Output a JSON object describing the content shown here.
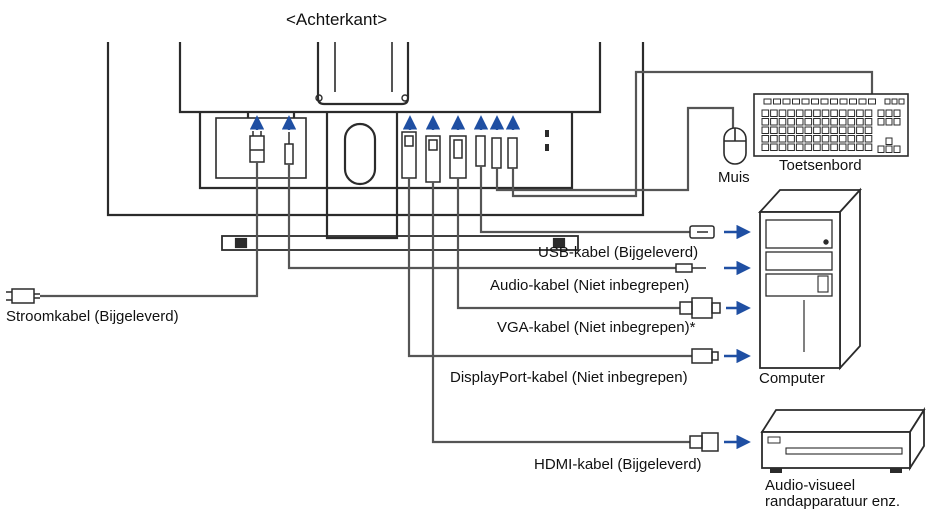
{
  "title": "<Achterkant>",
  "peripherals": {
    "mouse": "Muis",
    "keyboard": "Toetsenbord",
    "computer": "Computer",
    "av_line1": "Audio-visueel",
    "av_line2": "randapparatuur enz."
  },
  "cables": {
    "power": "Stroomkabel (Bijgeleverd)",
    "usb": "USB-kabel (Bijgeleverd)",
    "audio": "Audio-kabel (Niet inbegrepen)",
    "vga": "VGA-kabel (Niet inbegrepen)*",
    "displayport": "DisplayPort-kabel (Niet inbegrepen)",
    "hdmi": "HDMI-kabel (Bijgeleverd)"
  },
  "colors": {
    "line": "#2b2b2b",
    "cable": "#555555",
    "arrow": "#1f4fa3"
  },
  "icons": [
    "monitor-rear",
    "usb-plug-icon",
    "audio-jack-icon",
    "vga-plug-icon",
    "displayport-plug-icon",
    "hdmi-plug-icon",
    "power-plug-icon",
    "mouse-icon",
    "keyboard-icon",
    "computer-tower-icon",
    "av-device-icon"
  ]
}
